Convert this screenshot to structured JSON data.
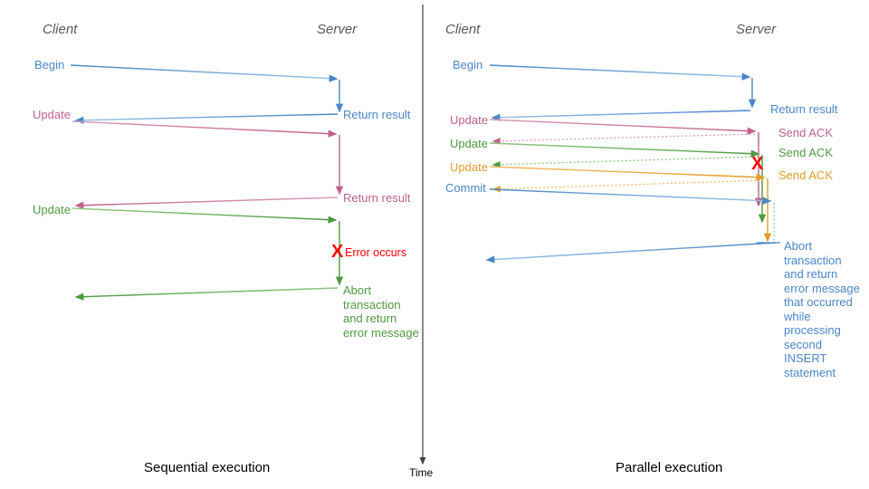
{
  "colors": {
    "blue": "#4a86c8",
    "blue_light": "#8fb4dd",
    "pink": "#c1618c",
    "pink_light": "#d99cb9",
    "green": "#4e9a3f",
    "green_light": "#8fc77f",
    "orange": "#e39c2a",
    "orange_light": "#f2bd6b",
    "red": "#ff0000",
    "axis": "#404040",
    "lane_title": "#595959",
    "caption": "#000000"
  },
  "left_panel": {
    "caption": "Sequential execution",
    "lanes": {
      "client": "Client",
      "server": "Server"
    },
    "messages": [
      {
        "label": "Begin",
        "color": "blue"
      },
      {
        "label": "Update",
        "color": "pink"
      },
      {
        "label": "Update",
        "color": "green"
      }
    ],
    "server_labels": [
      {
        "text": "Return result",
        "color": "blue"
      },
      {
        "text": "Return result",
        "color": "pink"
      }
    ],
    "error": {
      "mark": "X",
      "text": "Error occurs",
      "color": "red"
    },
    "abort_block": {
      "color": "green",
      "lines": [
        "Abort",
        "transaction",
        "and return",
        "error message"
      ]
    }
  },
  "right_panel": {
    "caption": "Parallel execution",
    "lanes": {
      "client": "Client",
      "server": "Server"
    },
    "messages": [
      {
        "label": "Begin",
        "color": "blue"
      },
      {
        "label": "Update",
        "color": "pink"
      },
      {
        "label": "Update",
        "color": "green"
      },
      {
        "label": "Update",
        "color": "orange"
      },
      {
        "label": "Commit",
        "color": "blue"
      }
    ],
    "server_labels": [
      {
        "text": "Return result",
        "color": "blue"
      },
      {
        "text": "Send ACK",
        "color": "pink"
      },
      {
        "text": "Send ACK",
        "color": "green"
      },
      {
        "text": "Send ACK",
        "color": "orange"
      }
    ],
    "error": {
      "mark": "X",
      "color": "red"
    },
    "abort_block": {
      "color": "blue",
      "lines": [
        "Abort",
        "transaction",
        "and return",
        "error message",
        "that occurred",
        "while",
        "processing",
        "second",
        "INSERT",
        "statement"
      ]
    }
  },
  "time_axis": {
    "label": "Time"
  }
}
